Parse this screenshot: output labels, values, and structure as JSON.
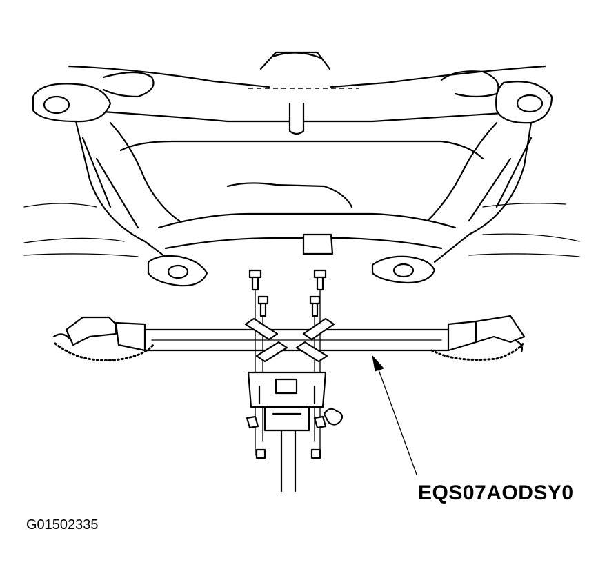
{
  "figure": {
    "callout_label": "EQS07AODSY0",
    "figure_id": "G01502335",
    "icons": [
      "subframe-crossmember",
      "transmission-jack-adapter",
      "mounting-bolt",
      "leader-arrow"
    ]
  }
}
